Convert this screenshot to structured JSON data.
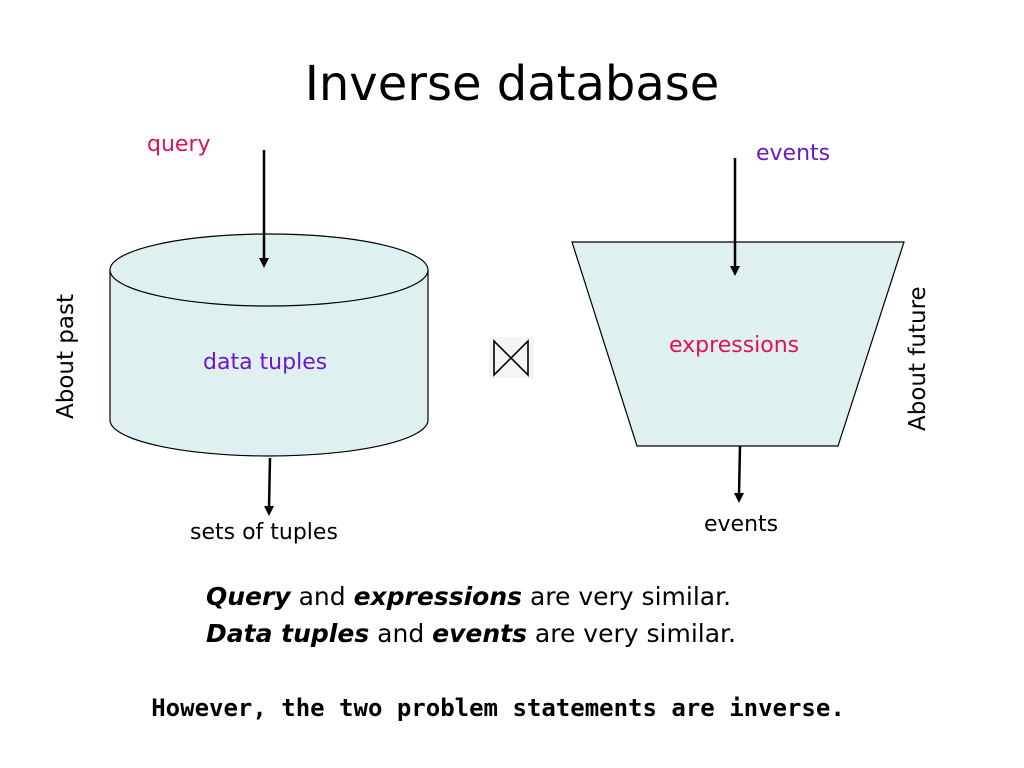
{
  "title": "Inverse database",
  "left": {
    "input_label": "query",
    "body_label": "data tuples",
    "output_label": "sets of tuples",
    "side_label": "About past"
  },
  "right": {
    "input_label": "events",
    "body_label": "expressions",
    "output_label": "events",
    "side_label": "About future"
  },
  "join_symbol": "⋈",
  "captions": {
    "line1": {
      "a": "Query",
      "b": " and ",
      "c": "expressions",
      "d": " are very similar."
    },
    "line2": {
      "a": "Data tuples",
      "b": " and ",
      "c": "events",
      "d": " are very similar."
    },
    "conclusion": "However, the two problem statements are inverse."
  },
  "colors": {
    "fill": "#dff0f0",
    "query": "#e0105a",
    "purple": "#6a18c8",
    "expressions": "#e0105a"
  }
}
